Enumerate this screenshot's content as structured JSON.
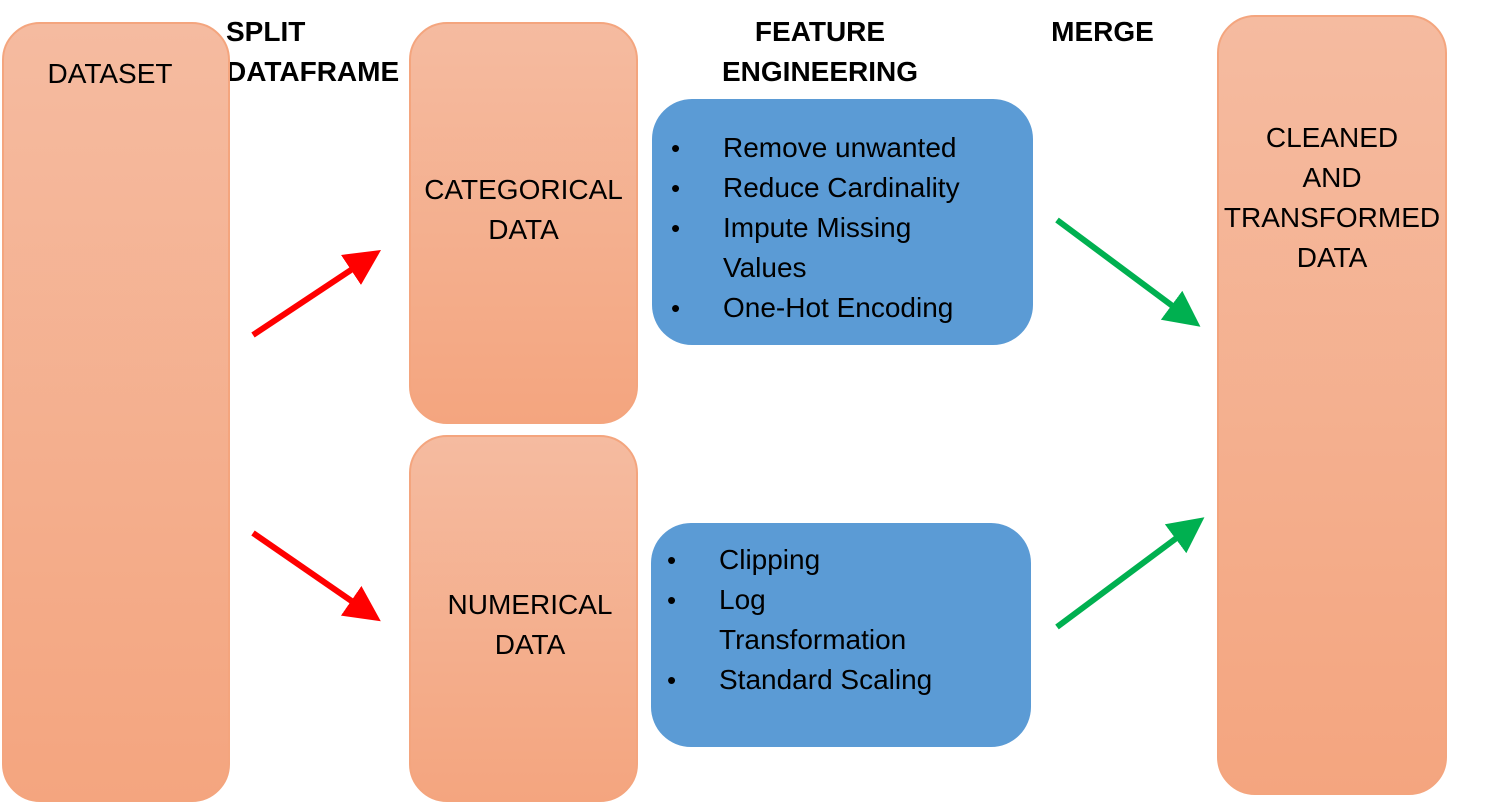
{
  "headers": {
    "split": "SPLIT\nDATAFRAME",
    "feature": "FEATURE\nENGINEERING",
    "merge": "MERGE"
  },
  "boxes": {
    "dataset": "DATASET",
    "categorical": "CATEGORICAL\nDATA",
    "numerical": "NUMERICAL\nDATA",
    "cleaned": "CLEANED\nAND\nTRANSFORMED\nDATA"
  },
  "categorical_steps": [
    "Remove unwanted",
    "Reduce Cardinality",
    "Impute Missing Values",
    "One-Hot Encoding"
  ],
  "numerical_steps": [
    "Clipping",
    "Log Transformation",
    "Standard Scaling"
  ],
  "bullet_glyph": "•",
  "colors": {
    "box_fill_top": "#f5bba0",
    "box_fill_bottom": "#f4a57f",
    "box_border": "#f4a57e",
    "step_box": "#5b9bd5",
    "split_arrow": "#ff0000",
    "merge_arrow": "#00b050"
  }
}
